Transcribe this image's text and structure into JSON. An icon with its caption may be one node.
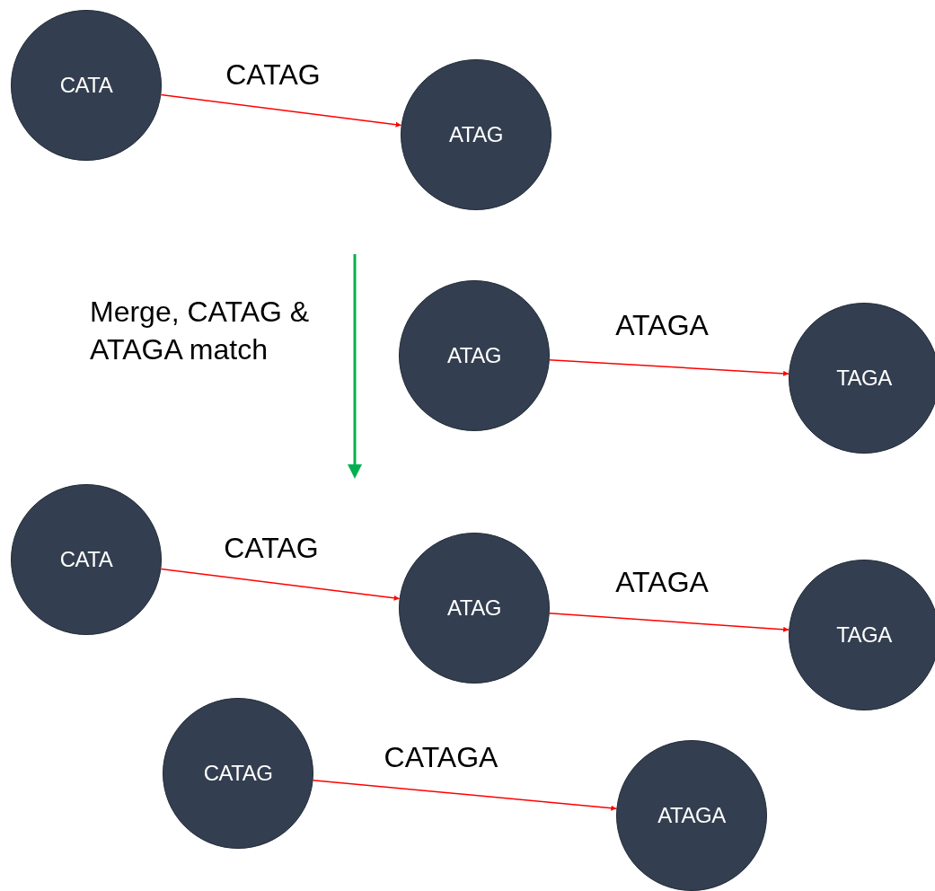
{
  "diagram": {
    "nodes": [
      {
        "text": [
          "CATA"
        ]
      },
      {
        "text": [
          "ATAG"
        ]
      },
      {
        "text": [
          "ATAG"
        ]
      },
      {
        "text": [
          "TAGA"
        ]
      },
      {
        "text": [
          "CATA"
        ]
      },
      {
        "text": [
          "ATAG"
        ]
      },
      {
        "text": [
          "TAGA"
        ]
      },
      {
        "text": [
          "CATAG"
        ]
      },
      {
        "text": [
          "ATAGA"
        ]
      }
    ],
    "edges": [
      {
        "from": 0,
        "to": 1,
        "arrow": "to",
        "label": "CATAG"
      },
      {
        "from": 2,
        "to": 3,
        "arrow": "to",
        "label": "ATAGA"
      },
      {
        "from": 4,
        "to": 5,
        "arrow": "to",
        "label": "CATAG"
      },
      {
        "from": 5,
        "to": 6,
        "arrow": "to",
        "label": "ATAGA"
      },
      {
        "from": 7,
        "to": 8,
        "arrow": "to",
        "label": "CATAGA"
      }
    ],
    "labels": [
      "Merge, CATAG & ATAGA match"
    ]
  }
}
